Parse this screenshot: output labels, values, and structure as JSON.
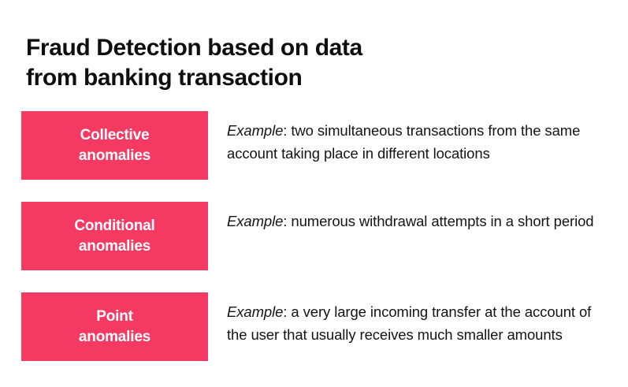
{
  "title": "Fraud Detection based on data\nfrom banking transaction",
  "colors": {
    "accent": "#f43a63",
    "background": "#ffffff",
    "title_text": "#0f0f0f",
    "body_text": "#141414",
    "box_label_text": "#ffffff"
  },
  "rows": [
    {
      "category": "Collective\nanomalies",
      "lead": "Example",
      "separator": ": ",
      "example": "two simultaneous transactions from the same account taking place in different locations",
      "full_text": "Example: two simultaneous transactions from the same account taking place in different locations"
    },
    {
      "category": "Conditional\nanomalies",
      "lead": "Example",
      "separator": ": ",
      "example": "numerous withdrawal attempts in a short period",
      "full_text": "Example: numerous withdrawal attempts in a short period"
    },
    {
      "category": "Point\nanomalies",
      "lead": "Example",
      "separator": ": ",
      "example": "a very large incoming transfer at the account of the user that usually receives much smaller amounts",
      "full_text": "Example: a very large incoming transfer at the account of the user that usually receives much smaller amounts"
    }
  ]
}
